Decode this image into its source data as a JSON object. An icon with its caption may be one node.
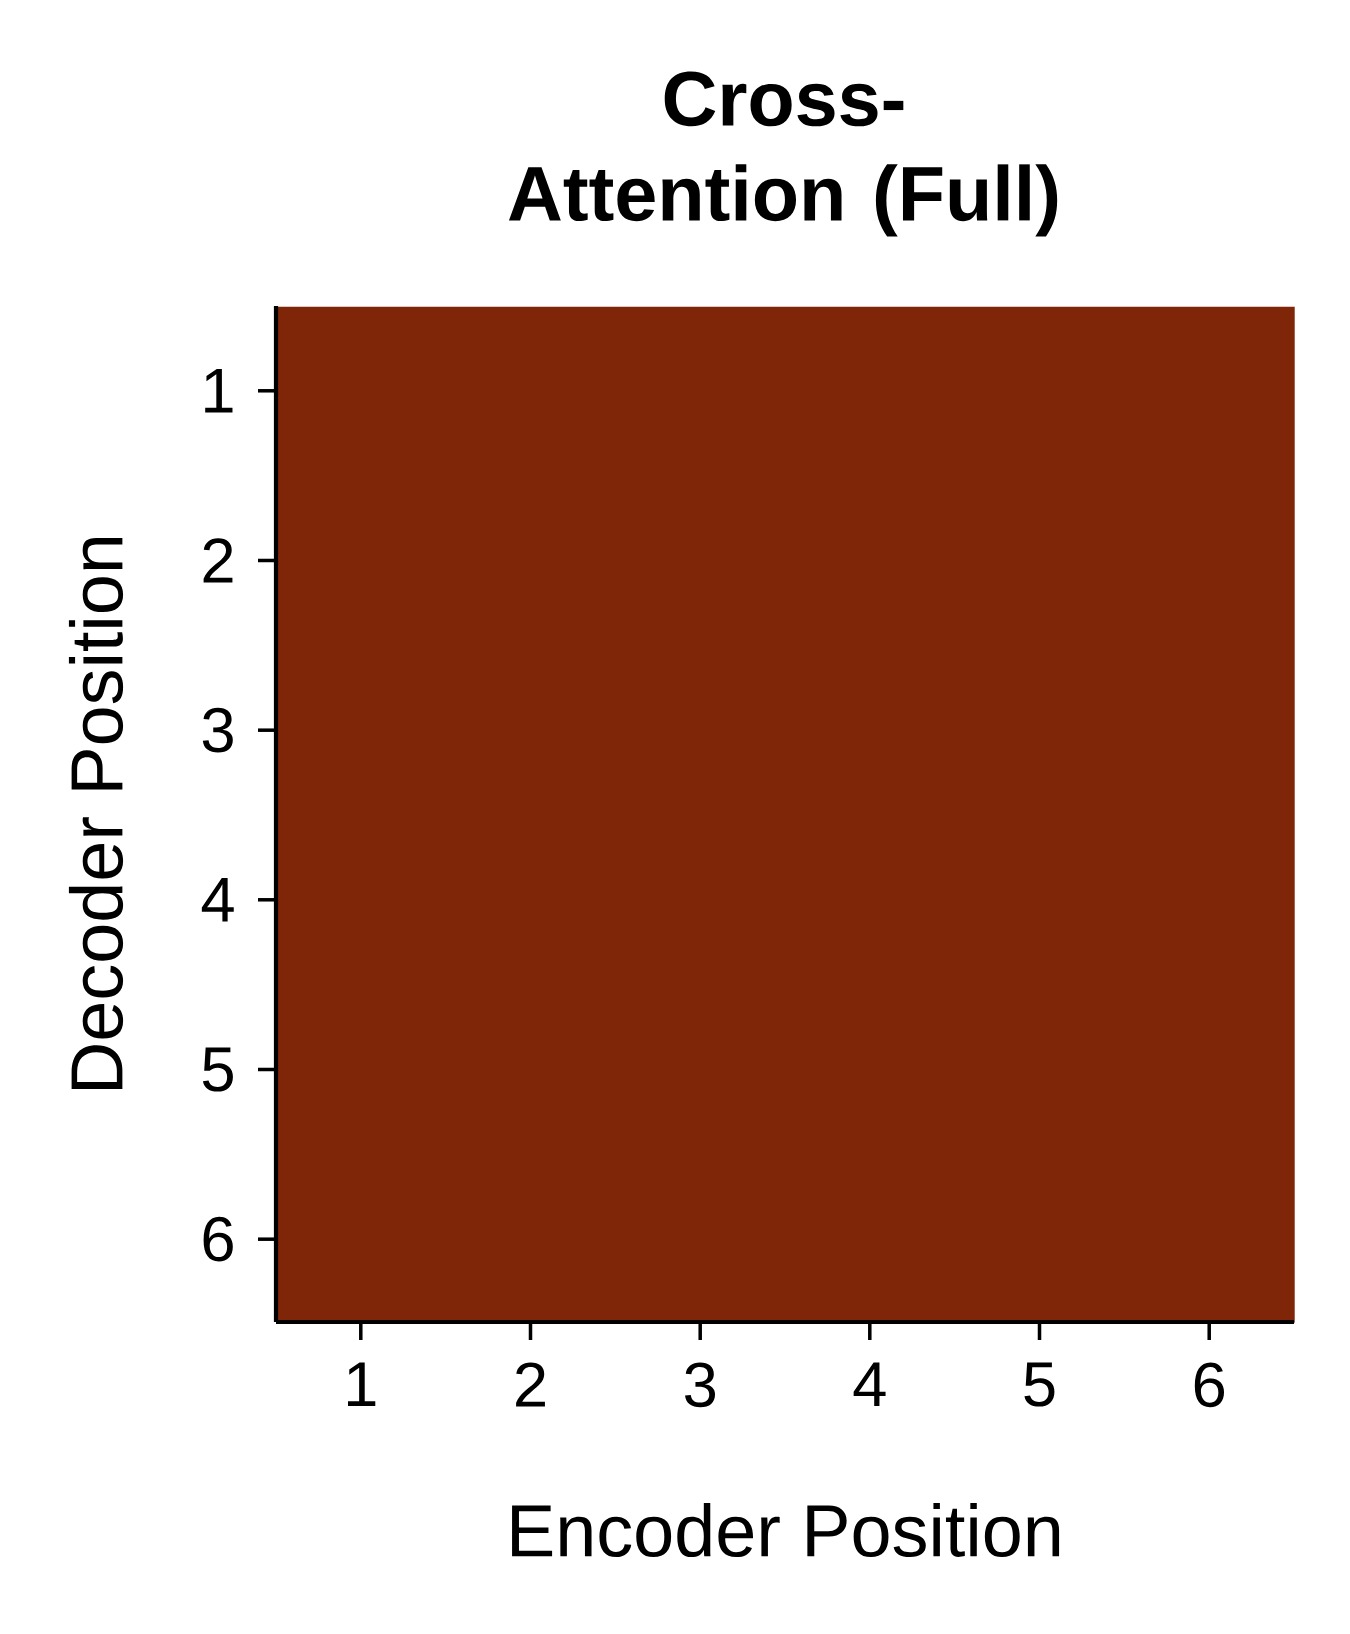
{
  "diagram": {
    "title": "Cross-Attention (Full)",
    "nodes": [
      {
        "text": [],
        "shape": "box"
      }
    ],
    "labels": [
      "1",
      "2",
      "3",
      "4",
      "5",
      "6",
      "Decoder Position",
      "1",
      "2",
      "3",
      "4",
      "5",
      "6",
      "Encoder Position"
    ]
  }
}
